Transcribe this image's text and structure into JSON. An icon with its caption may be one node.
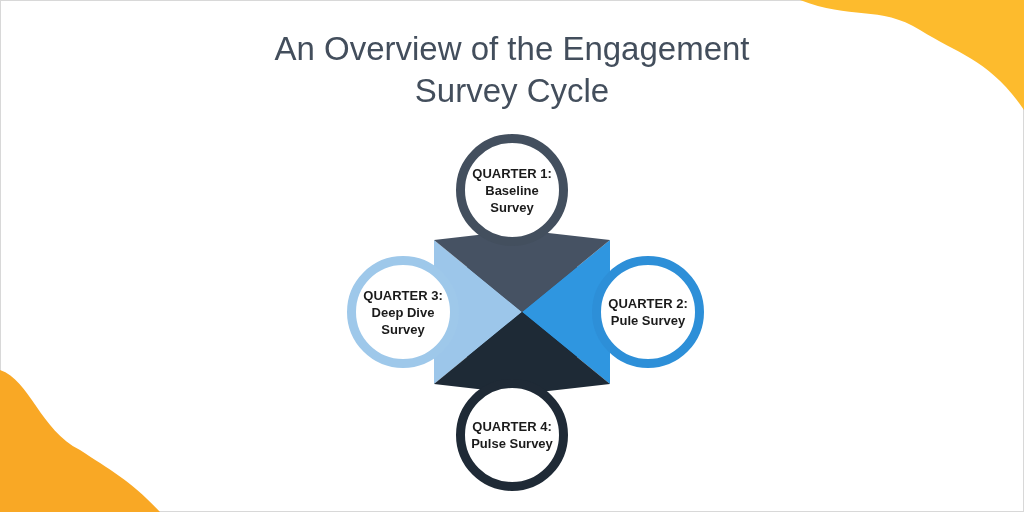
{
  "diagram": {
    "title": "An Overview of the Engagement Survey Cycle",
    "nodes": [
      {
        "text": [
          "QUARTER 1:",
          "Baseline Survey"
        ]
      },
      {
        "text": [
          "QUARTER 3:",
          "Deep Dive Survey"
        ]
      },
      {
        "text": [
          "QUARTER 2:",
          "Pule Survey"
        ]
      },
      {
        "text": [
          "QUARTER 4:",
          "Pulse Survey"
        ]
      }
    ]
  }
}
